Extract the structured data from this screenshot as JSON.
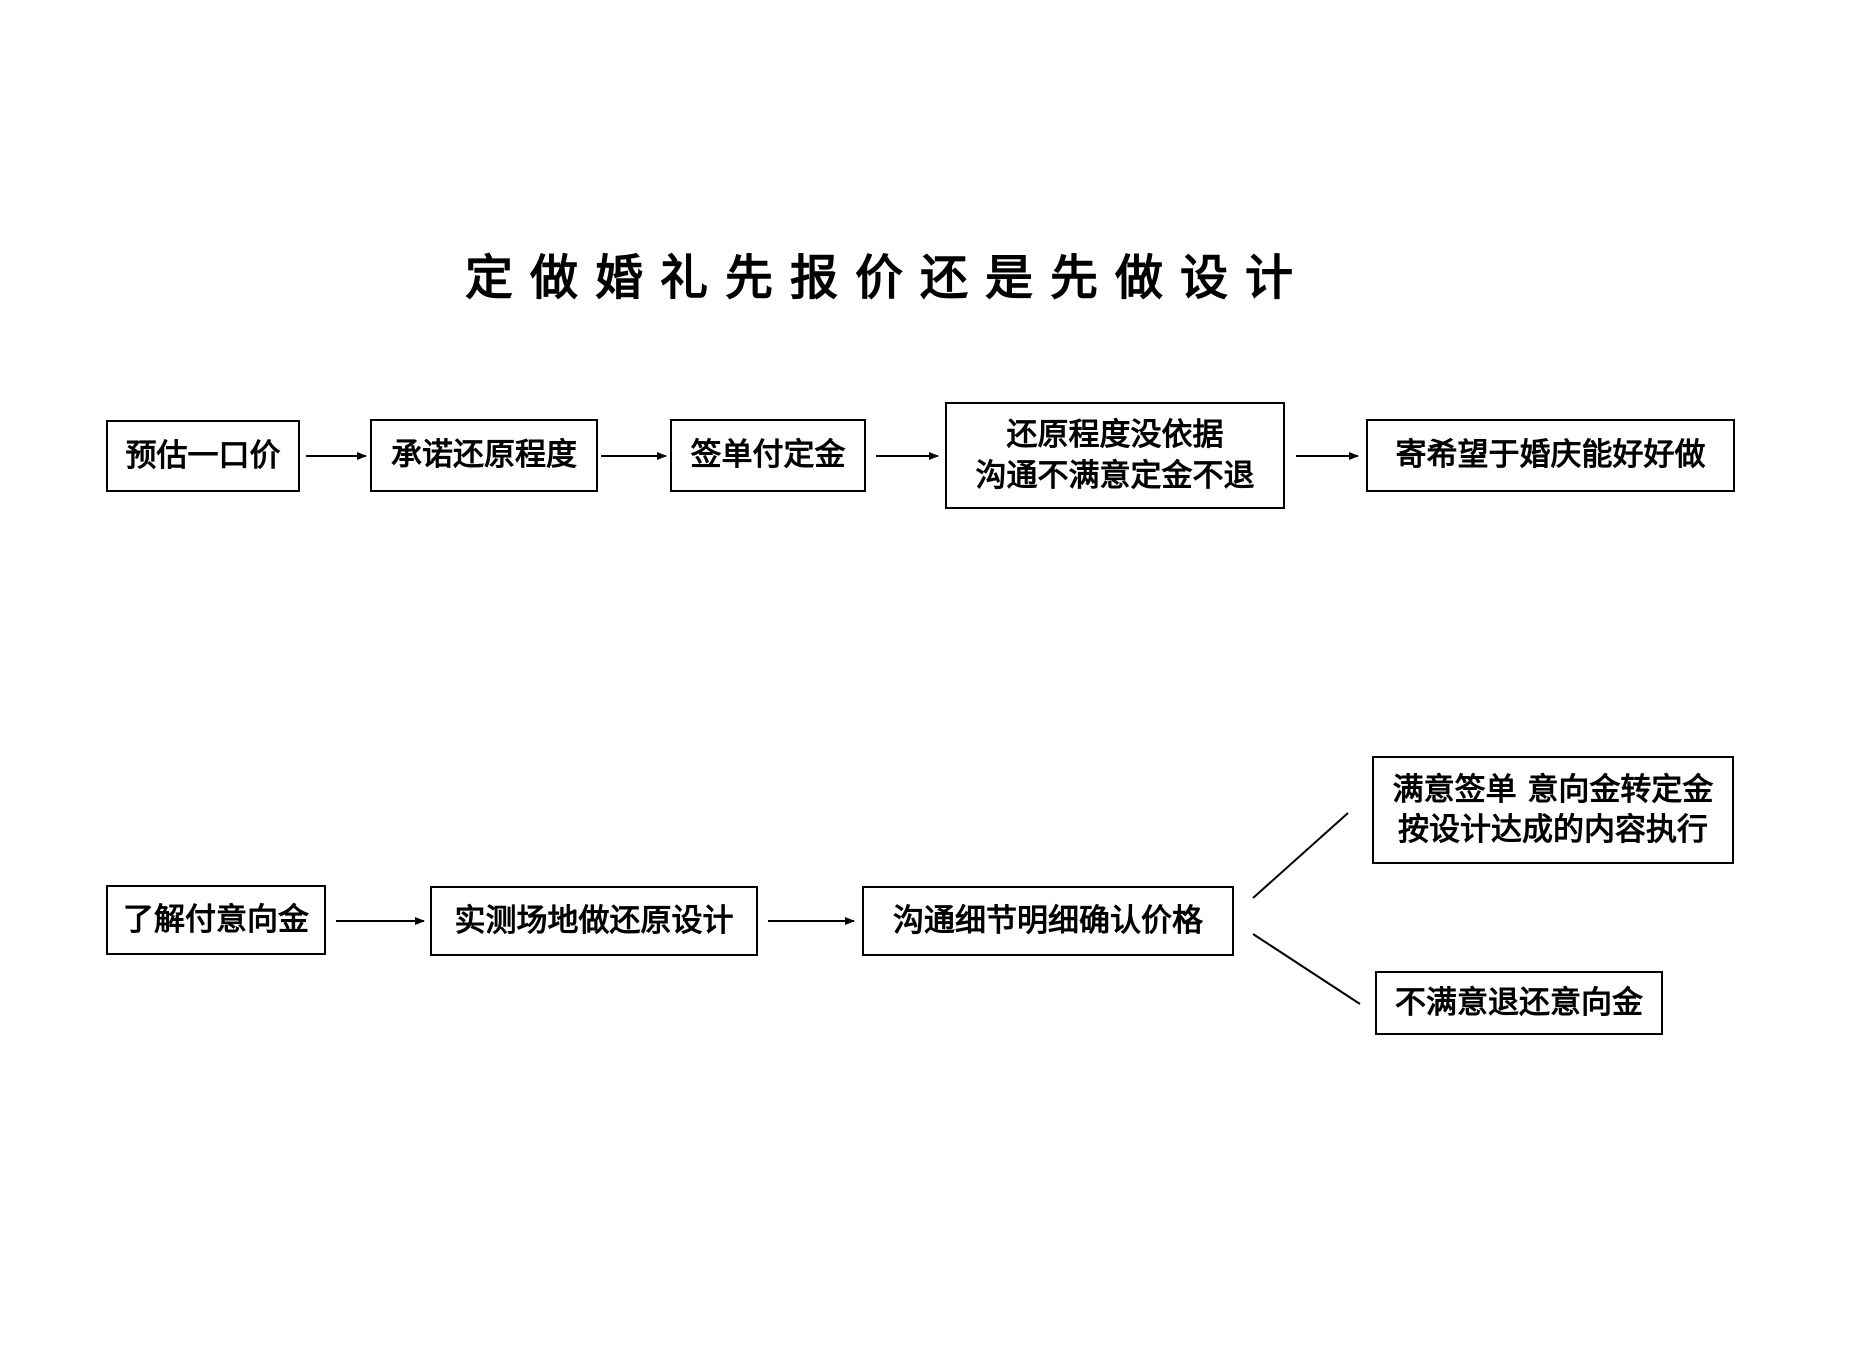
{
  "title": "定做婚礼先报价还是先做设计",
  "flow_quote_first": {
    "steps": [
      {
        "lines": [
          "预估一口价"
        ]
      },
      {
        "lines": [
          "承诺还原程度"
        ]
      },
      {
        "lines": [
          "签单付定金"
        ]
      },
      {
        "lines": [
          "还原程度没依据",
          "沟通不满意定金不退"
        ]
      },
      {
        "lines": [
          "寄希望于婚庆能好好做"
        ]
      }
    ]
  },
  "flow_design_first": {
    "steps": [
      {
        "lines": [
          "了解付意向金"
        ]
      },
      {
        "lines": [
          "实测场地做还原设计"
        ]
      },
      {
        "lines": [
          "沟通细节明细确认价格"
        ]
      }
    ],
    "outcomes": [
      {
        "lines": [
          "满意签单 意向金转定金",
          "按设计达成的内容执行"
        ]
      },
      {
        "lines": [
          "不满意退还意向金"
        ]
      }
    ]
  }
}
